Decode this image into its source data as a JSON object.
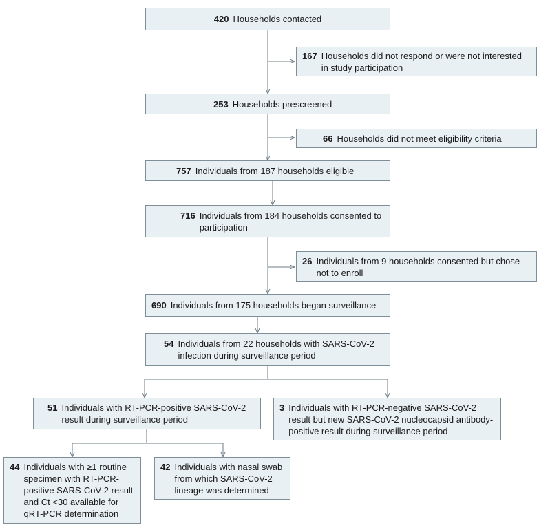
{
  "boxes": {
    "contacted": {
      "num": "420",
      "text": "Households contacted"
    },
    "no_response": {
      "num": "167",
      "text": "Households did not respond or were not interested in study participation"
    },
    "prescreened": {
      "num": "253",
      "text": "Households prescreened"
    },
    "not_eligible": {
      "num": "66",
      "text": "Households did not meet eligibility criteria"
    },
    "eligible": {
      "num": "757",
      "text": "Individuals from 187 households eligible"
    },
    "consented": {
      "num": "716",
      "text": "Individuals from 184 households consented to participation"
    },
    "not_enrolled": {
      "num": "26",
      "text": "Individuals from 9 households consented but chose not to enroll"
    },
    "surveillance": {
      "num": "690",
      "text": "Individuals from 175 households began surveillance"
    },
    "infected": {
      "num": "54",
      "text": "Individuals from 22 households with SARS-CoV-2 infection during surveillance period"
    },
    "pcr_positive": {
      "num": "51",
      "text": "Individuals with RT-PCR-positive SARS-CoV-2 result during surveillance period"
    },
    "pcr_negative": {
      "num": "3",
      "text": "Individuals with RT-PCR-negative SARS-CoV-2 result but new SARS-CoV-2 nucleocapsid antibody-positive result during surveillance period"
    },
    "routine_specimen": {
      "num": "44",
      "text": "Individuals with ≥1 routine specimen with RT-PCR-positive SARS-CoV-2 result and Ct <30 available for qRT-PCR determination"
    },
    "lineage": {
      "num": "42",
      "text": "Individuals with nasal swab from which SARS-CoV-2 lineage was determined"
    }
  },
  "colors": {
    "box_fill": "#e9f0f3",
    "box_border": "#7f8f99",
    "arrow": "#6f7d86"
  }
}
